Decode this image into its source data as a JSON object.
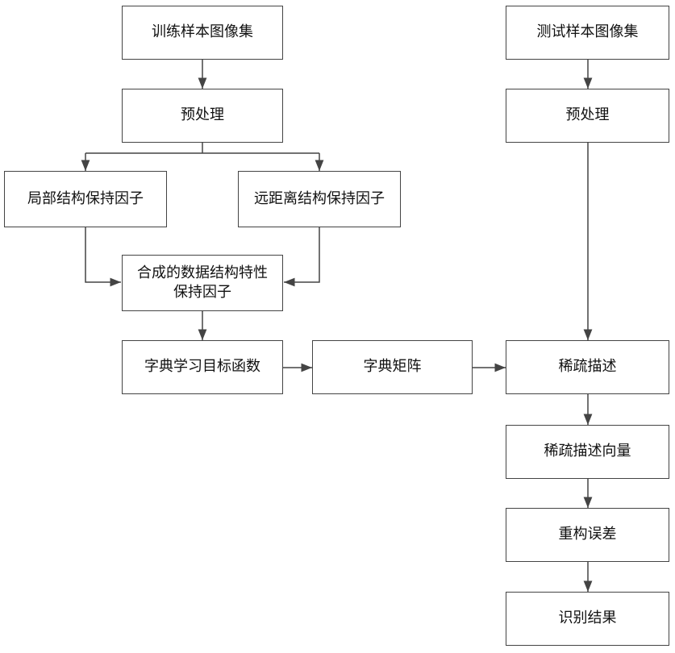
{
  "nodes": {
    "train_set": "训练样本图像集",
    "test_set": "测试样本图像集",
    "preprocess_train": "预处理",
    "preprocess_test": "预处理",
    "local_factor": "局部结构保持因子",
    "distant_factor": "远距离结构保持因子",
    "combined_factor": "合成的数据结构特性\n保持因子",
    "objective": "字典学习目标函数",
    "dictionary": "字典矩阵",
    "sparse_desc": "稀疏描述",
    "sparse_vector": "稀疏描述向量",
    "recon_error": "重构误差",
    "result": "识别结果"
  },
  "colors": {
    "stroke": "#444444",
    "text": "#111111",
    "background": "#ffffff"
  }
}
